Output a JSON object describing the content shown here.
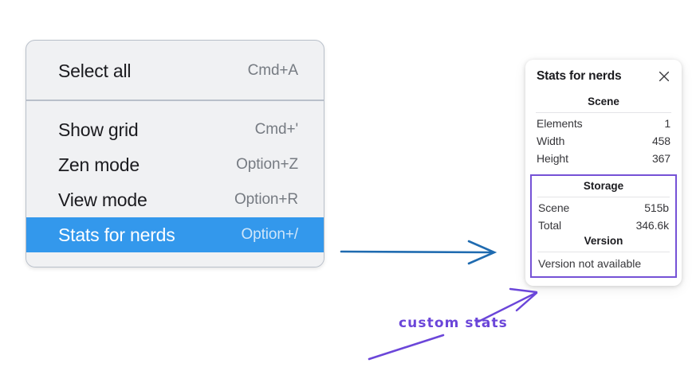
{
  "context_menu": {
    "name": "canvas-context-menu",
    "groups": [
      {
        "items": [
          {
            "label": "Select all",
            "shortcut": "Cmd+A",
            "selected": false
          }
        ]
      },
      {
        "items": [
          {
            "label": "Show grid",
            "shortcut": "Cmd+'",
            "selected": false
          },
          {
            "label": "Zen mode",
            "shortcut": "Option+Z",
            "selected": false
          },
          {
            "label": "View mode",
            "shortcut": "Option+R",
            "selected": false
          },
          {
            "label": "Stats for nerds",
            "shortcut": "Option+/",
            "selected": true
          }
        ]
      }
    ],
    "selected_item": "Stats for nerds",
    "highlight_color": "#3398ec",
    "background_color": "#f0f1f3"
  },
  "stats_panel": {
    "title": "Stats for nerds",
    "close_icon": "close-icon",
    "sections": [
      {
        "heading": "Scene",
        "rows": [
          {
            "key": "Elements",
            "value": "1"
          },
          {
            "key": "Width",
            "value": "458"
          },
          {
            "key": "Height",
            "value": "367"
          }
        ]
      },
      {
        "heading": "Storage",
        "rows": [
          {
            "key": "Scene",
            "value": "515b"
          },
          {
            "key": "Total",
            "value": "346.6k"
          }
        ]
      },
      {
        "heading": "Version",
        "single_line": "Version not available"
      }
    ],
    "highlight_box_color": "#7552d6"
  },
  "annotations": {
    "handwritten_label": "custom stats",
    "handwriting_color": "#6b46d9",
    "blue_arrow_color": "#1f6bb0"
  }
}
